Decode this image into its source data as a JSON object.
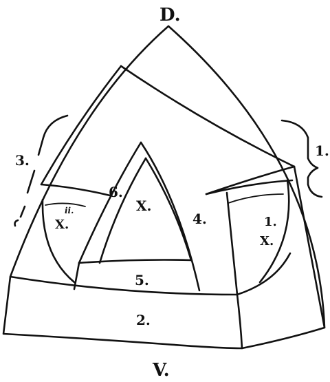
{
  "labels": {
    "top": "D.",
    "bottom": "V.",
    "region_2": "2.",
    "region_4": "4.",
    "region_5": "5.",
    "region_6": "6.",
    "center_x": "X.",
    "left_bracket": "3.",
    "right_bracket": "1.",
    "right_chamber_num": "1.",
    "right_chamber_x": "X.",
    "left_chamber_num": "ii.",
    "left_chamber_x": "X."
  },
  "colors": {
    "ink": "#111111",
    "paper": "#ffffff"
  }
}
